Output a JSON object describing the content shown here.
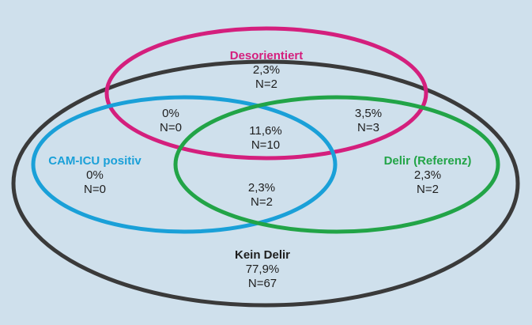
{
  "colors": {
    "background": "#cfe0ec",
    "outer": "#3a3a3a",
    "desorientiert": "#d41f7d",
    "cam_icu": "#1aa0d8",
    "delir": "#22a447"
  },
  "regions": {
    "desorientiert": {
      "title": "Desorientiert",
      "percent": "2,3%",
      "n": "N=2"
    },
    "cam_desor": {
      "percent": "0%",
      "n": "N=0"
    },
    "desor_delir": {
      "percent": "3,5%",
      "n": "N=3"
    },
    "all_three": {
      "percent": "11,6%",
      "n": "N=10"
    },
    "cam_icu": {
      "title": "CAM-ICU positiv",
      "percent": "0%",
      "n": "N=0"
    },
    "delir": {
      "title": "Delir (Referenz)",
      "percent": "2,3%",
      "n": "N=2"
    },
    "cam_delir": {
      "percent": "2,3%",
      "n": "N=2"
    },
    "kein_delir": {
      "title": "Kein Delir",
      "percent": "77,9%",
      "n": "N=67"
    }
  }
}
